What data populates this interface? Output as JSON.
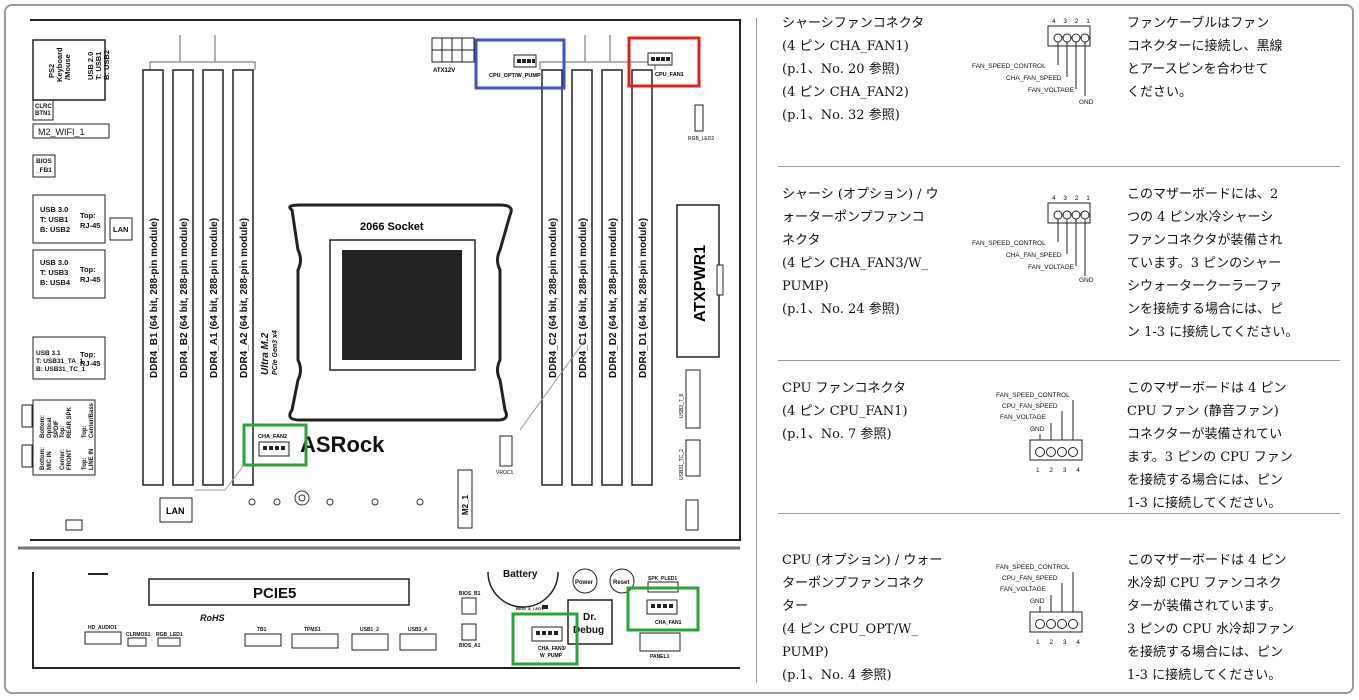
{
  "board": {
    "top_text": {
      "usb20": "USB 2.0",
      "usb20_t": "T: USB1",
      "usb20_b": "B: USB2",
      "ps2_1": "PS2",
      "ps2_2": "Keyboard",
      "ps2_3": "/Mouse",
      "clrc1": "CLRC",
      "clrc2": "BTN1",
      "m2wifi": "M2_WIFI_1",
      "bios1": "BIOS",
      "bios2": "_FB1",
      "usb30a_1": "USB 3.0",
      "usb30a_2": "T: USB1",
      "usb30a_3": "B: USB2",
      "top_rj": "Top:",
      "rj45": "RJ-45",
      "lan": "LAN",
      "usb30b_1": "USB 3.0",
      "usb30b_2": "T: USB3",
      "usb30b_3": "B: USB4",
      "usb31_1": "USB 3.1",
      "usb31_2": "T: USB31_TA_1",
      "usb31_3": "B: USB31_TC_1",
      "audio_top1": "Top:",
      "audio_top2": "Center/Bass",
      "audio_bot1": "Bottom:",
      "audio_bot2": "Optical",
      "audio_bot3": "SPDIF",
      "audio_mid1": "Top:",
      "audio_mid2": "REAR SPK",
      "audio_mid3": "Center:",
      "audio_mid4": "FRONT",
      "audio_mid5": "Bottom:",
      "audio_mid6": "MIC IN",
      "audio_line1": "Top:",
      "audio_line2": "LINE IN",
      "dimm_b1": "DDR4_B1 (64 bit, 288-pin module)",
      "dimm_b2": "DDR4_B2 (64 bit, 288-pin module)",
      "dimm_a1": "DDR4_A1 (64 bit, 288-pin module)",
      "dimm_a2": "DDR4_A2 (64 bit, 288-pin module)",
      "dimm_c2": "DDR4_C2 (64 bit, 288-pin module)",
      "dimm_c1": "DDR4_C1 (64 bit, 288-pin module)",
      "dimm_d2": "DDR4_D2 (64 bit, 288-pin module)",
      "dimm_d1": "DDR4_D1 (64 bit, 288-pin module)",
      "socket": "2066 Socket",
      "ultra_m2": "Ultra M.2",
      "pcie_gen": "PCIe Gen3 x4",
      "brand": "ASRock",
      "atx12v": "ATX12V",
      "cpu_opt": "CPU_OPT/W_PUMP",
      "cpu_fan": "CPU_FAN1",
      "rgb_led2": "RGB_LED2",
      "atxpwr": "ATXPWR1",
      "cha_fan2": "CHA_FAN2",
      "vroc": "VROC1",
      "m2_1": "M2_1",
      "usb3_78": "USB3_7_8",
      "usb31_tc2": "USB31_TC_2",
      "lan2": "LAN"
    },
    "bottom_text": {
      "pcie5": "PCIE5",
      "rohs": "RoHS",
      "battery": "Battery",
      "power": "Power",
      "reset": "Reset",
      "dr1": "Dr.",
      "dr2": "Debug",
      "spk": "SPK_PLED1",
      "cha_fan1": "CHA_FAN1",
      "cha_fan3a": "CHA_FAN3/",
      "cha_fan3b": "W_PUMP",
      "panel1": "PANEL1",
      "bios_b1": "BIOS_B1",
      "bios_a1": "BIOS_A1",
      "bios_led": "BIOS_A_LED1",
      "hd_audio": "HD_AUDIO1",
      "clrmos": "CLRMOS1",
      "rgb_led1": "RGB_LED1",
      "tb1": "TB1",
      "tpms": "TPMS1",
      "usb12": "USB1_2",
      "usb34": "USB3_4"
    },
    "highlight_colors": {
      "blue": "#3f51c9",
      "red": "#e02020",
      "green": "#2aa33a"
    }
  },
  "sections": [
    {
      "title_lines": "シャーシファンコネクタ\n(4 ピン CHA_FAN1)\n(p.1、No. 20 参照)\n(4 ピン CHA_FAN2)\n(p.1、No. 32 参照)",
      "description": "ファンケーブルはファン\nコネクターに接続し、黒線\nとアースピンを合わせて\nください。",
      "pins_numbers": "4 3 2 1",
      "labels": [
        "FAN_SPEED_CONTROL",
        "CHA_FAN_SPEED",
        "FAN_VOLTAGE",
        "GND"
      ]
    },
    {
      "title_lines": "シャーシ (オプション) / ウ\nォーターポンプファンコ\nネクタ\n(4 ピン CHA_FAN3/W_\nPUMP)\n(p.1、No. 24 参照)",
      "description": "このマザーボードには、2\nつの 4 ピン水冷シャーシ\nファンコネクタが装備され\nています。3 ピンのシャー\nシウォータークーラーファ\nンを接続する場合には、ピ\nン 1-3 に接続してください。",
      "pins_numbers": "4 3 2 1",
      "labels": [
        "FAN_SPEED_CONTROL",
        "CHA_FAN_SPEED",
        "FAN_VOLTAGE",
        "GND"
      ]
    },
    {
      "title_lines": "CPU ファンコネクタ\n(4 ピン CPU_FAN1)\n(p.1、No. 7 参照)",
      "description": "このマザーボードは 4 ピン\nCPU ファン (静音ファン)\nコネクターが装備されてい\nます。3 ピンの CPU ファン\nを接続する場合には、ピン\n1-3 に接続してください。",
      "pins_numbers": "1 2 3 4",
      "labels": [
        "FAN_SPEED_CONTROL",
        "CPU_FAN_SPEED",
        "FAN_VOLTAGE",
        "GND"
      ]
    },
    {
      "title_lines": "CPU (オプション) / ウォー\nターポンプファンコネク\nター\n(4 ピン CPU_OPT/W_\nPUMP)\n(p.1、No. 4 参照)",
      "description": "このマザーボードは 4 ピン\n水冷却 CPU ファンコネク\nターが装備されています。\n3 ピンの CPU 水冷却ファン\nを接続する場合には、ピン\n1-3 に接続してください。",
      "pins_numbers": "1 2 3 4",
      "labels": [
        "FAN_SPEED_CONTROL",
        "CPU_FAN_SPEED",
        "FAN_VOLTAGE",
        "GND"
      ]
    }
  ]
}
